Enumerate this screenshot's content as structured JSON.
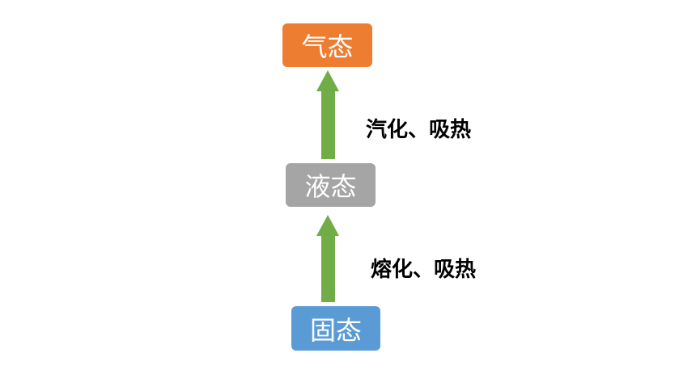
{
  "states": {
    "gas": {
      "label": "气态",
      "color": "#ED7D31"
    },
    "liquid": {
      "label": "液态",
      "color": "#A5A5A5"
    },
    "solid": {
      "label": "固态",
      "color": "#5B9BD5"
    }
  },
  "processes": {
    "vaporization": {
      "label": "汽化、吸热"
    },
    "melting": {
      "label": "熔化、吸热"
    }
  },
  "arrow_color": "#70AD47"
}
